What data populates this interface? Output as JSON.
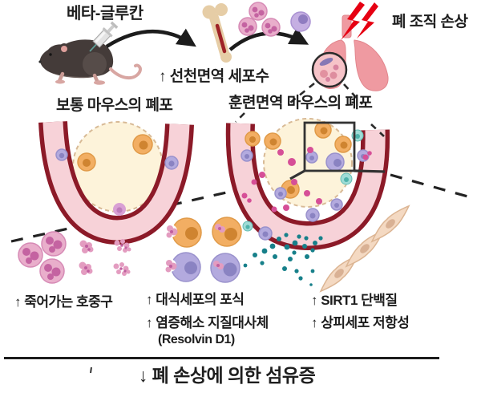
{
  "labels": {
    "beta_glucan": "베타-글루칸",
    "innate_cells": "↑ 선천면역 세포수",
    "lung_damage": "폐 조직 손상",
    "normal_alveoli": "보통 마우스의 폐포",
    "trained_alveoli": "훈련면역 마우스의 폐포",
    "dying_neutrophils": "↑ 죽어가는 호중구",
    "macrophage_phagocytosis": "↑ 대식세포의 포식",
    "lipid_mediators": "↑ 염증해소 지질대사체",
    "resolvin": "(Resolvin D1)",
    "sirt1": "↑ SIRT1 단백질",
    "epithelial_resistance": "↑ 상피세포 저항성",
    "fibrosis": "↓ 폐 손상에 의한 섬유증"
  },
  "colors": {
    "text": "#1e1e1e",
    "vessel": "#8c1a28",
    "band": "#f7d2d8",
    "cream": "#fdf3da",
    "creamEdge": "#d8ba96",
    "orange": "#f2ae63",
    "lavender": "#b3aade",
    "pinkCell": "#e9aecb",
    "magenta": "#d64f97",
    "tealCell": "#9fdcd6",
    "tealDot": "#17808a",
    "lung": "#ef9aa1",
    "bolt": "#e60012",
    "bone": "#e6cda6",
    "marrow": "#9e2227",
    "mouse": "#443b39",
    "spindle": "#f4d9c2"
  }
}
